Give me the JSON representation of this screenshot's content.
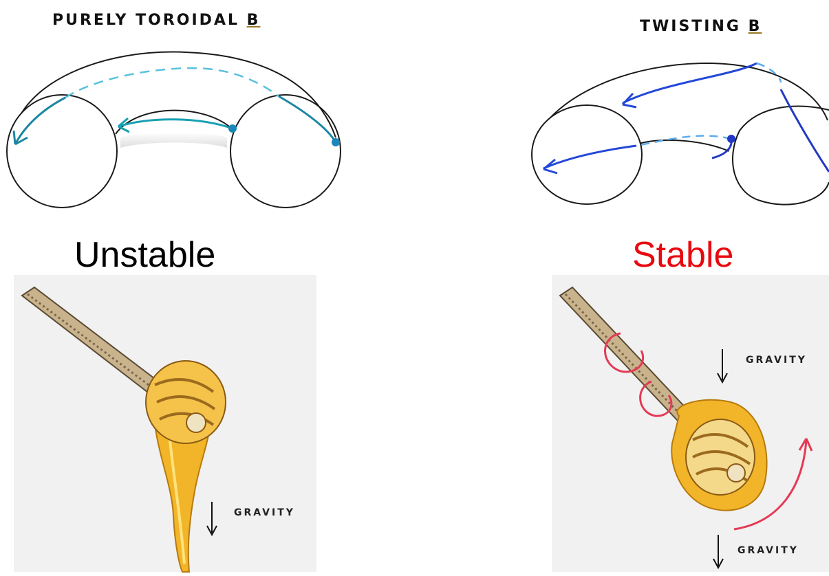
{
  "left": {
    "heading": "PURELY TOROIDAL",
    "heading_symbol": "B",
    "status": "Unstable",
    "gravity_label": "GRAVITY"
  },
  "right": {
    "heading": "TWISTING",
    "heading_symbol": "B",
    "status": "Stable",
    "gravity_label_top": "GRAVITY",
    "gravity_label_bottom": "GRAVITY"
  },
  "colors": {
    "unstable_text": "#000000",
    "stable_text": "#e8090f",
    "teal_field": "#1b86a3",
    "blue_field": "#2338c4",
    "honey": "#f2b52a",
    "twist_arrow": "#e53a56"
  }
}
